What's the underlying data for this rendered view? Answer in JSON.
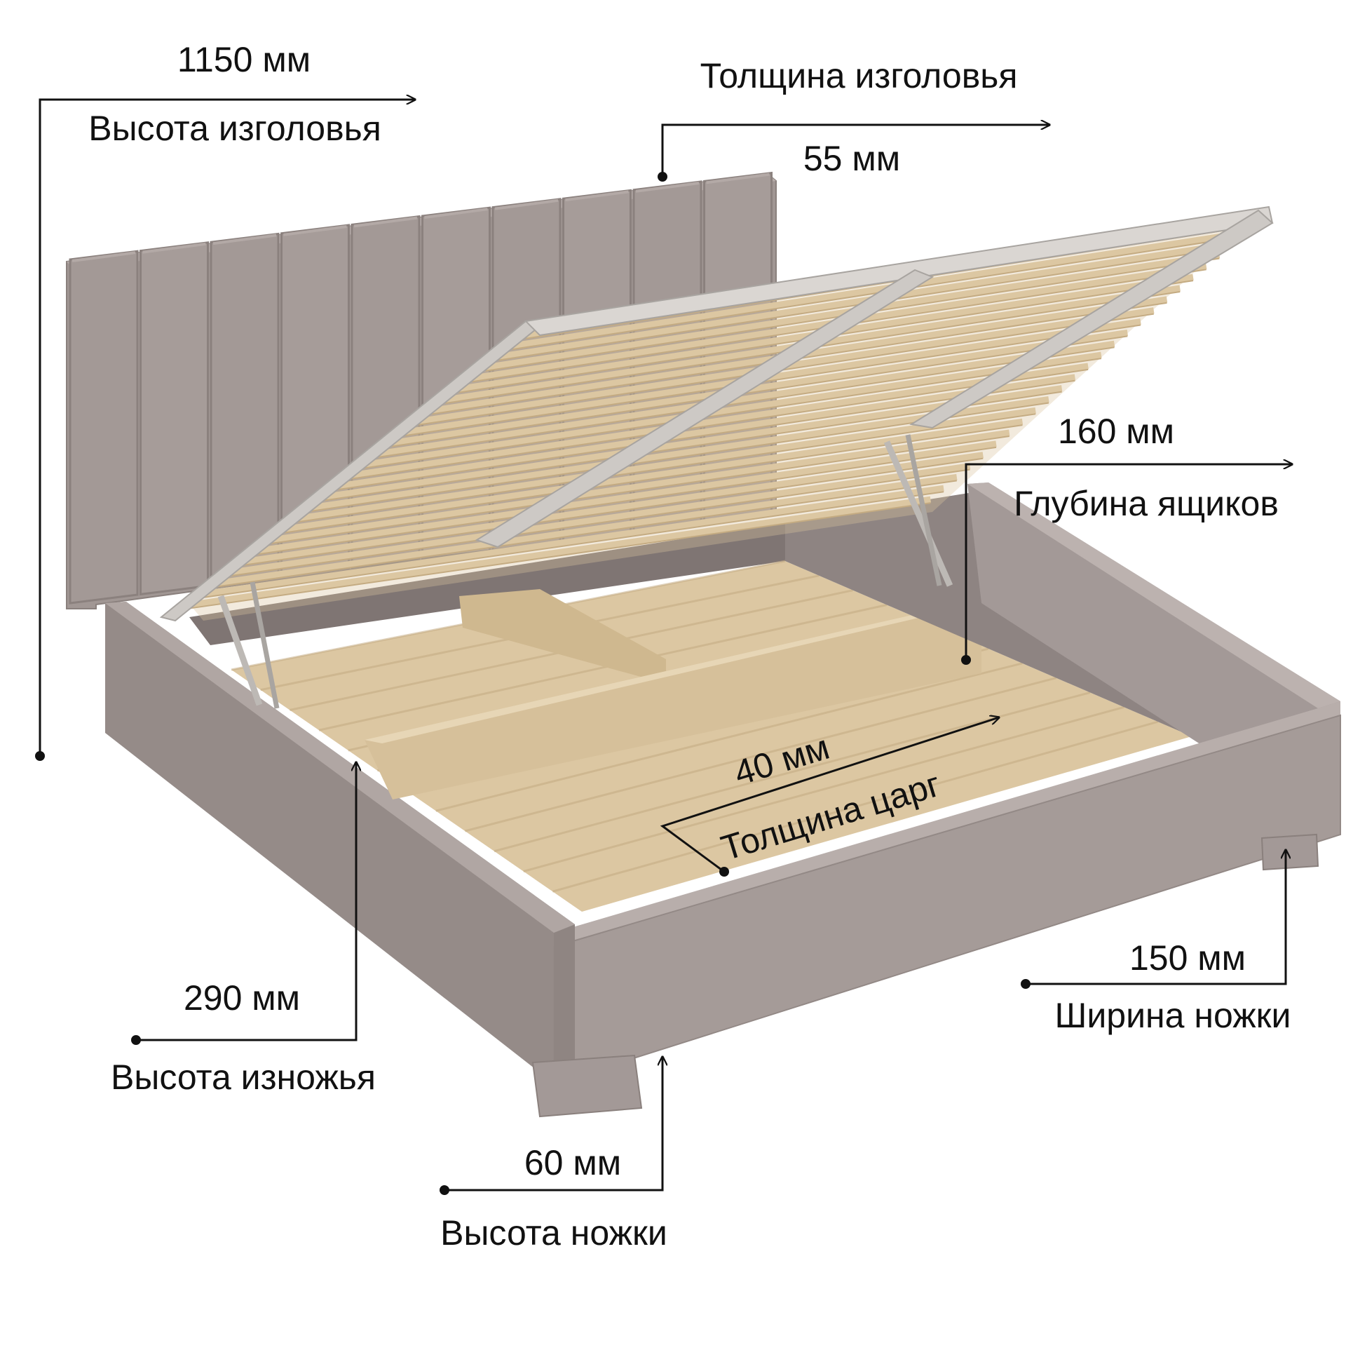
{
  "diagram": {
    "headboard_height": {
      "value": "1150 мм",
      "label": "Высота изголовья"
    },
    "headboard_thickness": {
      "value": "55 мм",
      "label": "Толщина изголовья"
    },
    "drawer_depth": {
      "value": "160 мм",
      "label": "Глубина ящиков"
    },
    "frame_thickness": {
      "value": "40 мм",
      "label": "Толщина царг"
    },
    "footboard_height": {
      "value": "290 мм",
      "label": "Высота изножья"
    },
    "leg_width": {
      "value": "150 мм",
      "label": "Ширина ножки"
    },
    "leg_height": {
      "value": "60 мм",
      "label": "Высота ножки"
    }
  },
  "colors": {
    "upholstery": "#9a8f8d",
    "upholstery_dark": "#7d7371",
    "upholstery_light": "#b3a9a6",
    "wood": "#dcc7a2",
    "wood_dark": "#c4ab82",
    "metal": "#c9c6c2",
    "line": "#111111"
  }
}
